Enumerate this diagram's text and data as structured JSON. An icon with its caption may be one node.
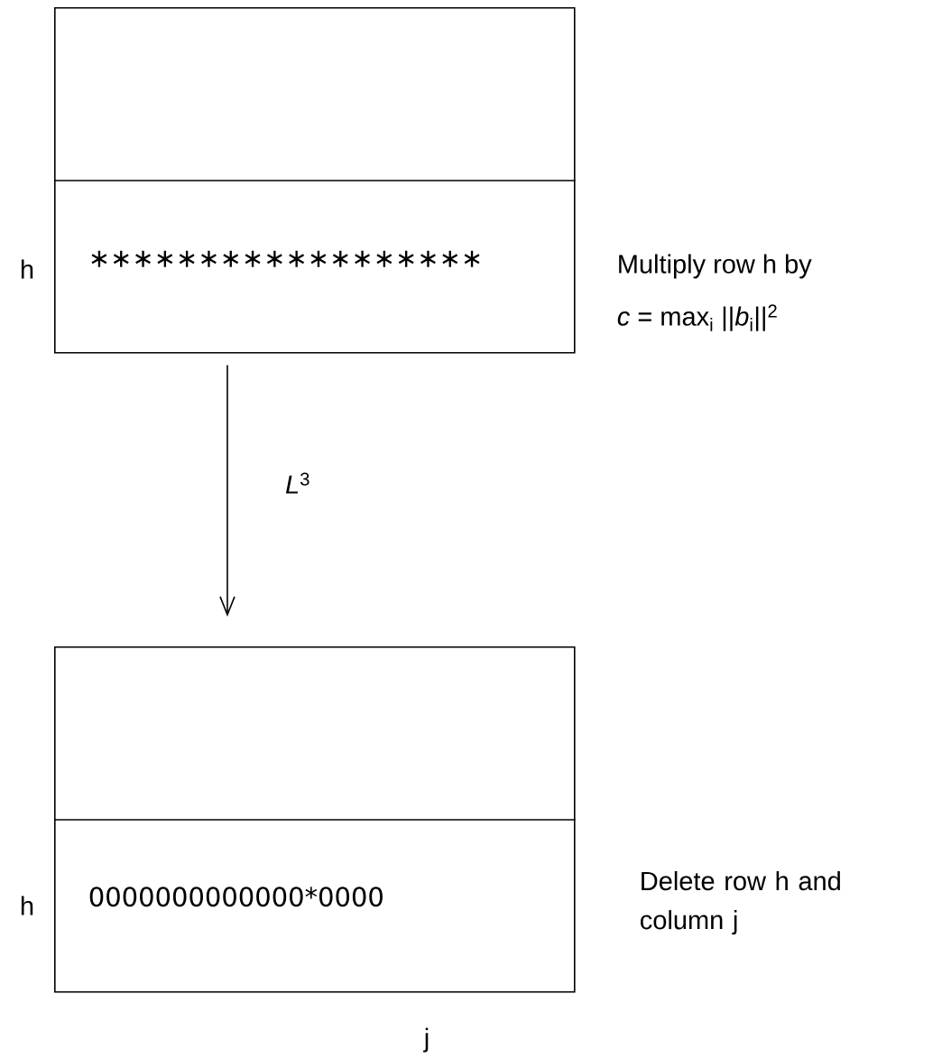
{
  "diagram": {
    "nodes": [
      {
        "text": [
          "∗∗∗∗∗∗∗∗∗∗∗∗∗∗∗∗∗∗"
        ]
      },
      {
        "text": [
          "0000000000000*0000"
        ]
      }
    ],
    "edges": [
      {
        "from": 0,
        "to": 1,
        "arrow": "to",
        "label": "*L*$^{3}$"
      }
    ],
    "labels": [
      "h",
      "Multiply row h by",
      "*c* = max$_{i}$ ||*b*$_{i}$||$^{2}$",
      "h",
      "Delete row h and column j",
      "j"
    ]
  }
}
